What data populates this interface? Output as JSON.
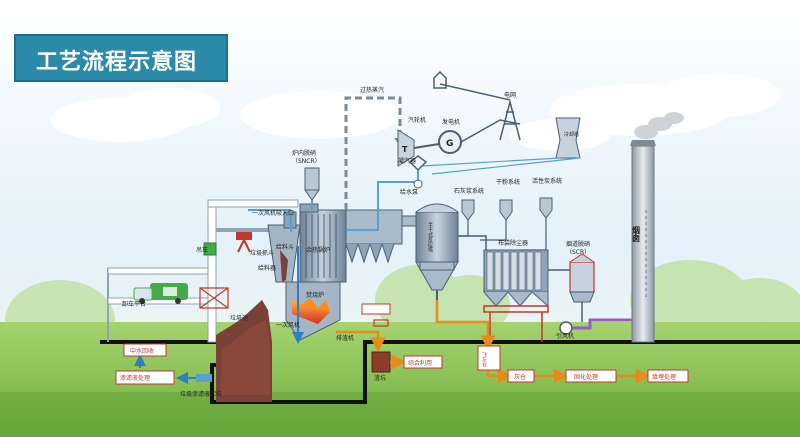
{
  "title": "工艺流程示意图",
  "labels": {
    "superheated_steam": "过热蒸汽",
    "power_grid": "电网",
    "turbine": "汽轮机",
    "turbine_symbol": "T",
    "generator": "发电机",
    "generator_symbol": "G",
    "cooling_tower": "冷却塔",
    "sncr": "炉内脱硝",
    "sncr_sub": "（SNCR）",
    "condenser": "凝汽器",
    "feed_pump": "给水泵",
    "lime_system": "石灰浆系统",
    "dry_powder": "干粉系统",
    "activated_carbon": "活性炭系统",
    "primary_fan_inlet": "一次风机吸入口",
    "crane": "吊车",
    "grab": "垃圾抓斗",
    "hopper": "给料斗",
    "waste_boiler": "余热锅炉",
    "semi_dry_tower": "半干式反应塔",
    "bag_filter": "布袋除尘器",
    "scr": "烟道脱硝",
    "scr_sub": "（SCR）",
    "chimney": "烟囱",
    "unloading": "卸车平台",
    "bunker": "垃圾池",
    "feeder": "给料器",
    "incinerator": "焚烧炉",
    "primary_fan": "一次风机",
    "slag_extractor": "排渣机",
    "slag_pool": "渣坑",
    "comprehensive_use": "综合利用",
    "induced_fan": "引风机",
    "ash_bin": "飞灰仓",
    "fly_ash": "灰仓",
    "solidify": "固化处理",
    "landfill": "填埋处理",
    "water_recovery": "中水回收",
    "leachate_treatment": "渗滤液处理",
    "leachate_pit": "垃圾渗滤液贮坑"
  },
  "colors": {
    "banner": "#2b8aa8",
    "steel": "#8fa3b6",
    "steel_dark": "#4b5f73",
    "pipe_blue": "#5c9fcc",
    "flow_orange": "#e58c1a",
    "red_box": "#c0392b",
    "grass": "#8cc45a",
    "sky": "#eaf4fb",
    "purple": "#9a5ac8"
  }
}
